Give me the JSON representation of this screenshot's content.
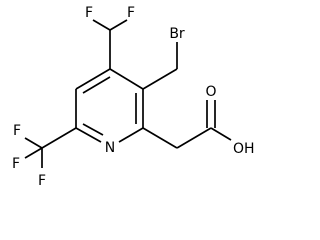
{
  "molecule": {
    "atoms": {
      "f_top_left": "F",
      "f_top_right": "F",
      "br": "Br",
      "n": "N",
      "oh": "OH",
      "o": "O",
      "f_cf3_top": "F",
      "f_cf3_left": "F",
      "f_cf3_bottom": "F"
    }
  }
}
